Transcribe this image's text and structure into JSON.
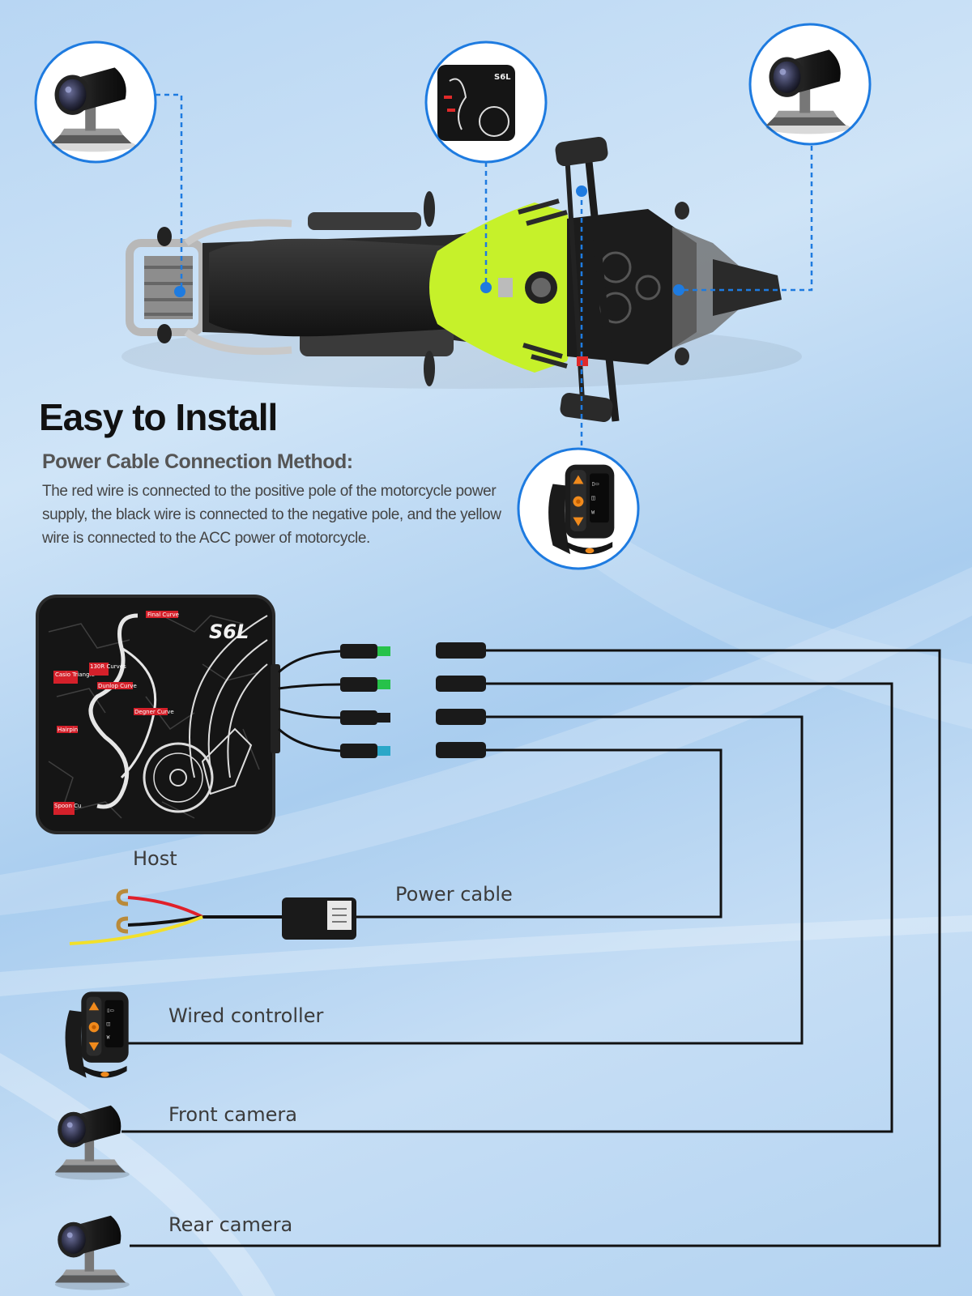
{
  "heading": {
    "title": "Easy to Install",
    "subtitle": "Power Cable Connection Method:",
    "description": "The red wire is connected to the positive pole of the motorcycle power supply, the black wire is connected to the negative pole, and the yellow wire is connected to the ACC power of motorcycle."
  },
  "host": {
    "brand": "S6L",
    "track_labels": [
      "Final Curve",
      "Casio Triangle",
      "130R Curves",
      "Dunlop Curve",
      "Degner Curve",
      "Hairpin",
      "Spoon Cu"
    ]
  },
  "labels": {
    "host": "Host",
    "power_cable": "Power cable",
    "wired_controller": "Wired controller",
    "front_camera": "Front camera",
    "rear_camera": "Rear camera"
  },
  "colors": {
    "accent_blue": "#1e7be0",
    "bike_green": "#c6f12a",
    "host_body": "#151515",
    "wire": "#111111",
    "red_wire": "#e0202a",
    "yellow_wire": "#f2e02a",
    "plug_green": "#27c24a",
    "plug_teal": "#2aa7c8"
  },
  "icons": [
    "camera-icon",
    "host-box-icon",
    "controller-icon",
    "motorcycle-icon",
    "power-adapter-icon"
  ]
}
